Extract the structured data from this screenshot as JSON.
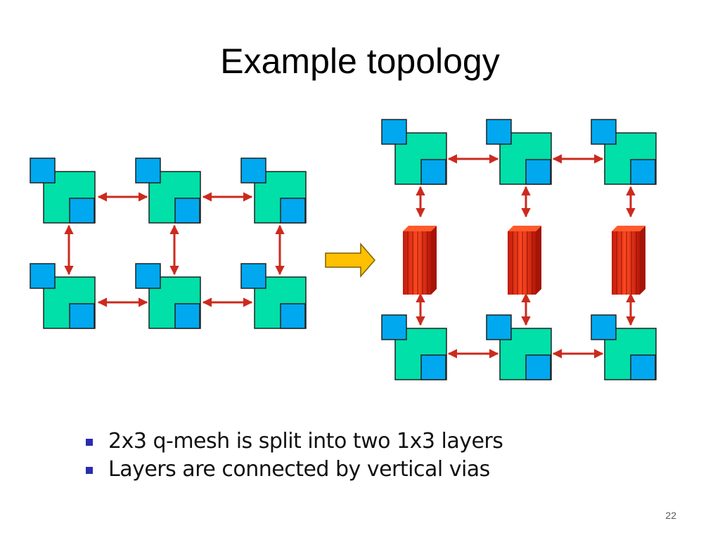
{
  "slide": {
    "title": "Example topology",
    "bullets": [
      "2x3 q-mesh is split into two 1x3 layers",
      "Layers are connected by vertical vias"
    ],
    "page_number": "22"
  },
  "diagram": {
    "left_mesh": {
      "rows": 2,
      "cols": 3
    },
    "right_mesh": {
      "layers": 2,
      "cols_per_layer": 3,
      "via_stacks": 3
    },
    "colors": {
      "router": "#00e0a8",
      "port": "#00a8f0",
      "link_arrow": "#cc2a1e",
      "via": "#dd3311",
      "transform_arrow": "#ffc000"
    }
  }
}
